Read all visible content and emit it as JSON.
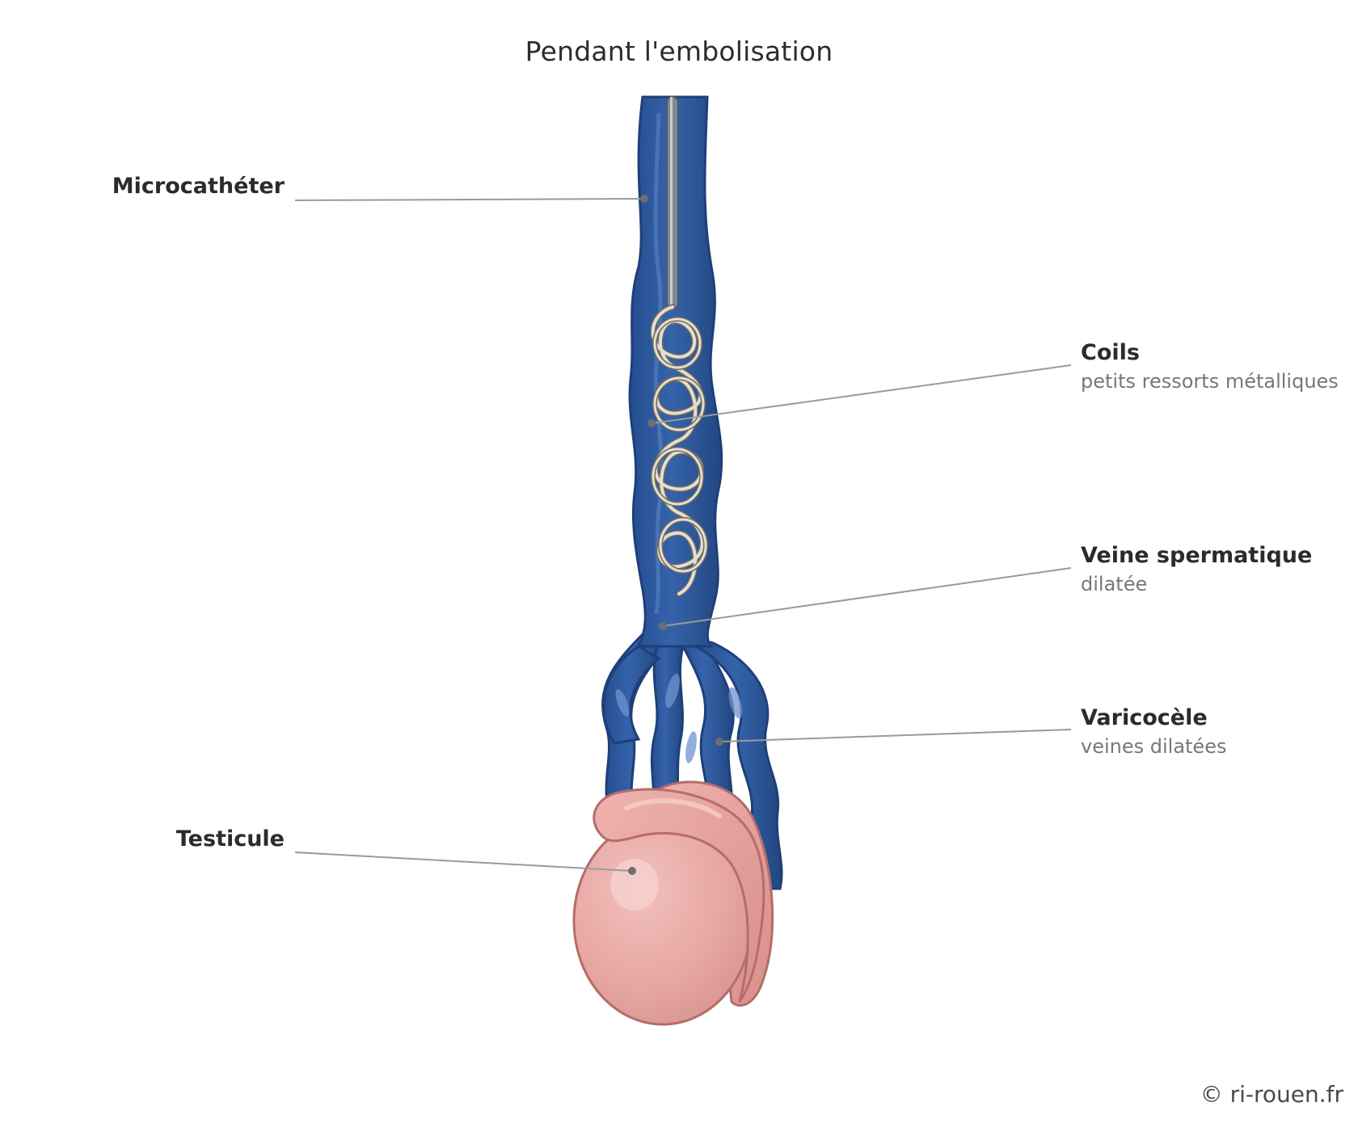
{
  "title": "Pendant l'embolisation",
  "labels": {
    "microcatheter": "Microcathéter",
    "coils": {
      "name": "Coils",
      "desc": "petits ressorts métalliques"
    },
    "veine": {
      "name": "Veine spermatique",
      "desc": "dilatée"
    },
    "varicocele": {
      "name": "Varicocèle",
      "desc": "veines dilatées"
    },
    "testicule": "Testicule"
  },
  "copyright": "© ri-rouen.fr",
  "colors": {
    "vein": "#2f5a9e",
    "vein_dark": "#1f3f78",
    "vein_light": "#5d86c6",
    "catheter": "#8a93a1",
    "coil": "#d9d4c8",
    "testis": "#e8aaa6",
    "testis_dark": "#c77e7b",
    "leader": "#9a9a9a"
  }
}
